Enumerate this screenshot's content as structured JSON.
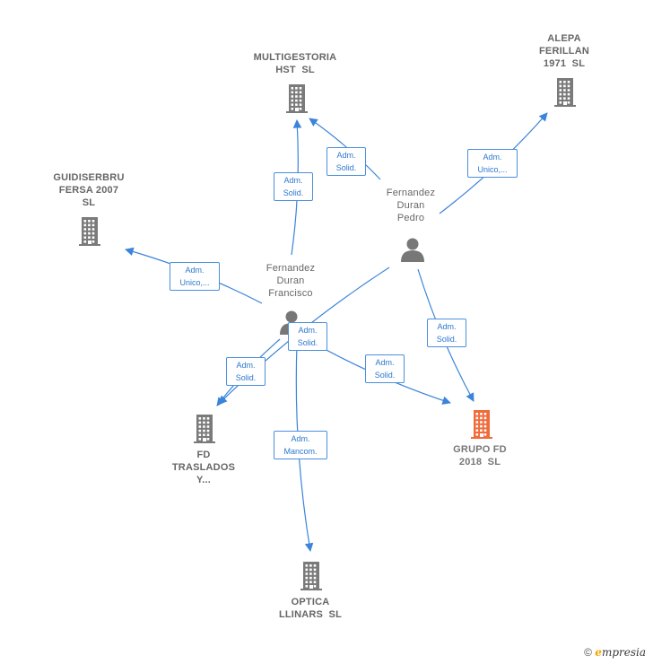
{
  "colors": {
    "edge": "#3b84d9",
    "company": "#7a7a7a",
    "highlight": "#f06b3c",
    "person": "#777777"
  },
  "nodes": [
    {
      "id": "multigestoria",
      "type": "company",
      "lines": [
        "MULTIGESTORIA",
        "HST  SL"
      ]
    },
    {
      "id": "alepa",
      "type": "company",
      "lines": [
        "ALEPA",
        "FERILLAN",
        "1971  SL"
      ]
    },
    {
      "id": "guidiserbru",
      "type": "company",
      "lines": [
        "GUIDISERBRU",
        "FERSA 2007",
        "SL"
      ]
    },
    {
      "id": "fd_traslados",
      "type": "company",
      "lines": [
        "FD",
        "TRASLADOS",
        "Y..."
      ]
    },
    {
      "id": "grupo_fd",
      "type": "company",
      "highlight": true,
      "lines": [
        "GRUPO FD",
        "2018  SL"
      ]
    },
    {
      "id": "optica",
      "type": "company",
      "lines": [
        "OPTICA",
        "LLINARS  SL"
      ]
    },
    {
      "id": "pedro",
      "type": "person",
      "lines": [
        "Fernandez",
        "Duran",
        "Pedro"
      ]
    },
    {
      "id": "francisco",
      "type": "person",
      "lines": [
        "Fernandez",
        "Duran",
        "Francisco"
      ]
    }
  ],
  "edges": [
    {
      "from": "pedro",
      "to": "multigestoria",
      "lines": [
        "Adm.",
        "Solid."
      ]
    },
    {
      "from": "pedro",
      "to": "alepa",
      "lines": [
        "Adm.",
        "Unico,..."
      ]
    },
    {
      "from": "pedro",
      "to": "grupo_fd",
      "lines": [
        "Adm.",
        "Solid."
      ]
    },
    {
      "from": "pedro",
      "to": "fd_traslados",
      "lines": [
        "Adm.",
        "Solid."
      ]
    },
    {
      "from": "francisco",
      "to": "multigestoria",
      "lines": [
        "Adm.",
        "Solid."
      ]
    },
    {
      "from": "francisco",
      "to": "guidiserbru",
      "lines": [
        "Adm.",
        "Unico,..."
      ]
    },
    {
      "from": "francisco",
      "to": "fd_traslados",
      "lines": [
        "Adm.",
        "Solid."
      ]
    },
    {
      "from": "francisco",
      "to": "grupo_fd",
      "lines": [
        "Adm.",
        "Solid."
      ]
    },
    {
      "from": "francisco",
      "to": "optica",
      "lines": [
        "Adm.",
        "Mancom."
      ]
    }
  ],
  "footer": {
    "copyright": "©",
    "brand_initial": "e",
    "brand_rest": "mpresia"
  }
}
